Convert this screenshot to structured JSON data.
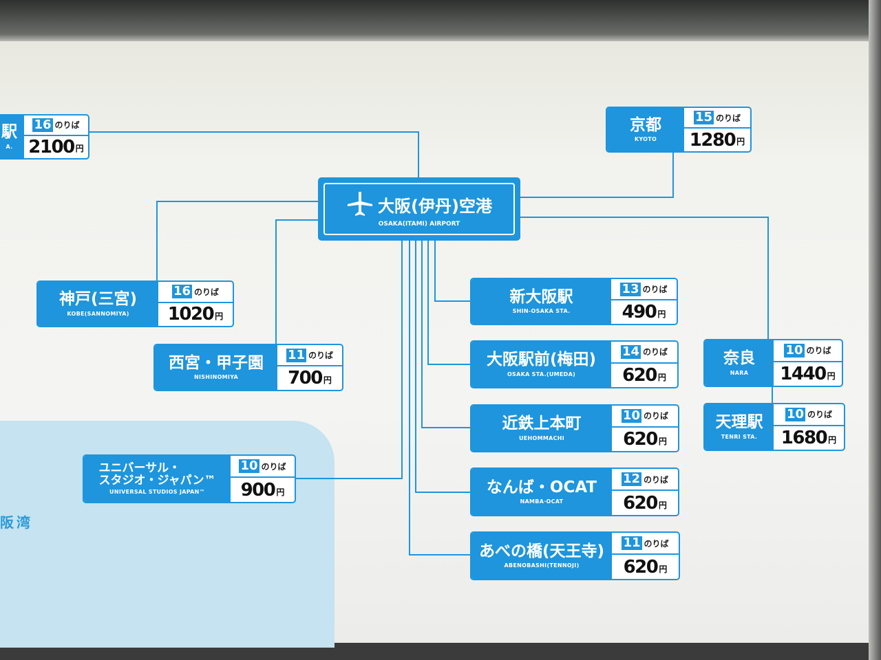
{
  "hub": {
    "name_jp": "大阪(伊丹)空港",
    "name_en": "OSAKA(ITAMI) AIRPORT",
    "icon": "airplane-icon"
  },
  "platform_suffix": "のりば",
  "currency": "円",
  "sea_label": "阪湾",
  "colors": {
    "brand_blue": "#1e95dc",
    "sea": "#c5e3f0"
  },
  "destinations": [
    {
      "id": "edge",
      "jp": "駅",
      "en": "A.",
      "platform": "16",
      "price": "2100"
    },
    {
      "id": "kyoto",
      "jp": "京都",
      "en": "KYOTO",
      "platform": "15",
      "price": "1280"
    },
    {
      "id": "kobe",
      "jp": "神戸(三宮)",
      "en": "KOBE(SANNOMIYA)",
      "platform": "16",
      "price": "1020"
    },
    {
      "id": "nishinomiya",
      "jp": "西宮・甲子園",
      "en": "NISHINOMIYA",
      "platform": "11",
      "price": "700"
    },
    {
      "id": "usj",
      "jp": "ユニバーサル・\nスタジオ・ジャパン™",
      "en": "UNIVERSAL STUDIOS JAPAN™",
      "platform": "10",
      "price": "900"
    },
    {
      "id": "shinosaka",
      "jp": "新大阪駅",
      "en": "SHIN-OSAKA STA.",
      "platform": "13",
      "price": "490"
    },
    {
      "id": "umeda",
      "jp": "大阪駅前(梅田)",
      "en": "OSAKA STA.(UMEDA)",
      "platform": "14",
      "price": "620"
    },
    {
      "id": "uehommachi",
      "jp": "近鉄上本町",
      "en": "UEHOMMACHI",
      "platform": "10",
      "price": "620"
    },
    {
      "id": "namba",
      "jp": "なんば・OCAT",
      "en": "NAMBA·OCAT",
      "platform": "12",
      "price": "620"
    },
    {
      "id": "abeno",
      "jp": "あべの橋(天王寺)",
      "en": "ABENOBASHI(TENNOJI)",
      "platform": "11",
      "price": "620"
    },
    {
      "id": "nara",
      "jp": "奈良",
      "en": "NARA",
      "platform": "10",
      "price": "1440"
    },
    {
      "id": "tenri",
      "jp": "天理駅",
      "en": "TENRI STA.",
      "platform": "10",
      "price": "1680"
    }
  ]
}
